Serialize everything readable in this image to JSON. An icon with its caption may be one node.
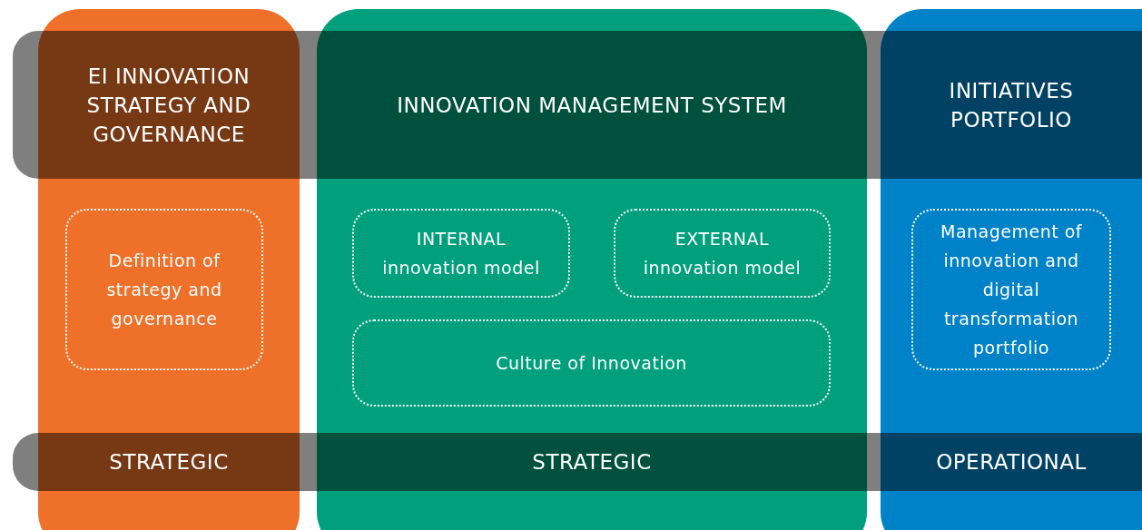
{
  "diagram": {
    "nodes": [
      {
        "text": [
          "EI INNOVATION STRATEGY AND GOVERNANCE",
          "STRATEGIC"
        ]
      },
      {
        "text": [
          "Definition of strategy and governance"
        ],
        "in": 0
      },
      {
        "text": [
          "INNOVATION MANAGEMENT SYSTEM",
          "STRATEGIC"
        ]
      },
      {
        "text": [
          "INTERNAL innovation model"
        ],
        "in": 2
      },
      {
        "text": [
          "EXTERNAL innovation model"
        ],
        "in": 2
      },
      {
        "text": [
          "Culture of Innovation"
        ],
        "in": 2
      },
      {
        "text": [
          "INITIATIVES PORTFOLIO",
          "OPERATIONAL"
        ]
      },
      {
        "text": [
          "Management of innovation and digital transformation portfolio"
        ],
        "in": 6
      }
    ]
  }
}
